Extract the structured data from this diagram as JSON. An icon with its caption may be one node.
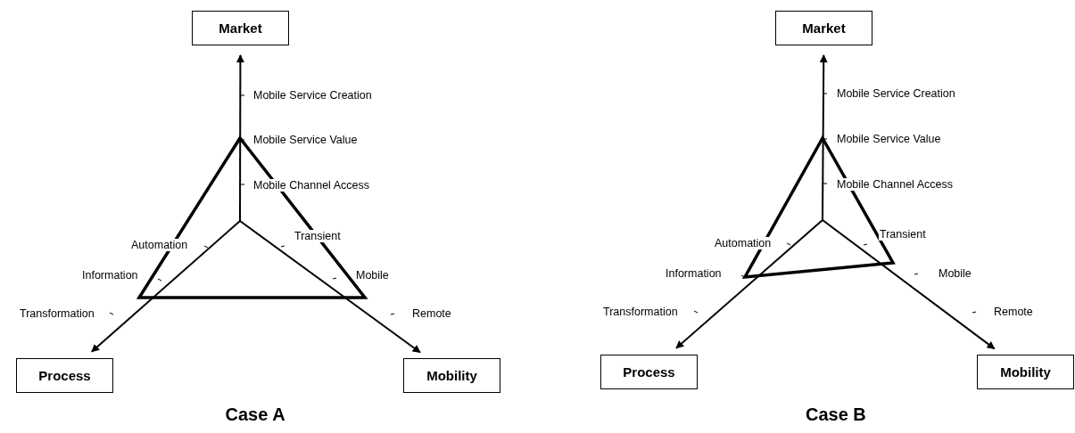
{
  "diagram": {
    "nodes": [
      {
        "text": [
          "Market"
        ]
      },
      {
        "text": [
          "Process"
        ]
      },
      {
        "text": [
          "Mobility"
        ]
      },
      {
        "text": [
          "Market"
        ]
      },
      {
        "text": [
          "Process"
        ]
      },
      {
        "text": [
          "Mobility"
        ]
      }
    ],
    "edges": [
      {
        "from": null,
        "to": 0,
        "arrow": "to"
      },
      {
        "from": null,
        "to": 1,
        "arrow": "to"
      },
      {
        "from": null,
        "to": 2,
        "arrow": "to"
      },
      {
        "from": null,
        "to": 3,
        "arrow": "to"
      },
      {
        "from": null,
        "to": 4,
        "arrow": "to"
      },
      {
        "from": null,
        "to": 5,
        "arrow": "to"
      }
    ],
    "labels": [
      "Mobile Service Creation",
      "Mobile Service Value",
      "Mobile Channel Access",
      "Automation",
      "Transient",
      "Information",
      "Mobile",
      "Transformation",
      "Remote",
      "Case A",
      "Mobile Service Creation",
      "Mobile Service Value",
      "Mobile Channel Access",
      "Automation",
      "Transient",
      "Information",
      "Mobile",
      "Transformation",
      "Remote",
      "Case B"
    ]
  }
}
